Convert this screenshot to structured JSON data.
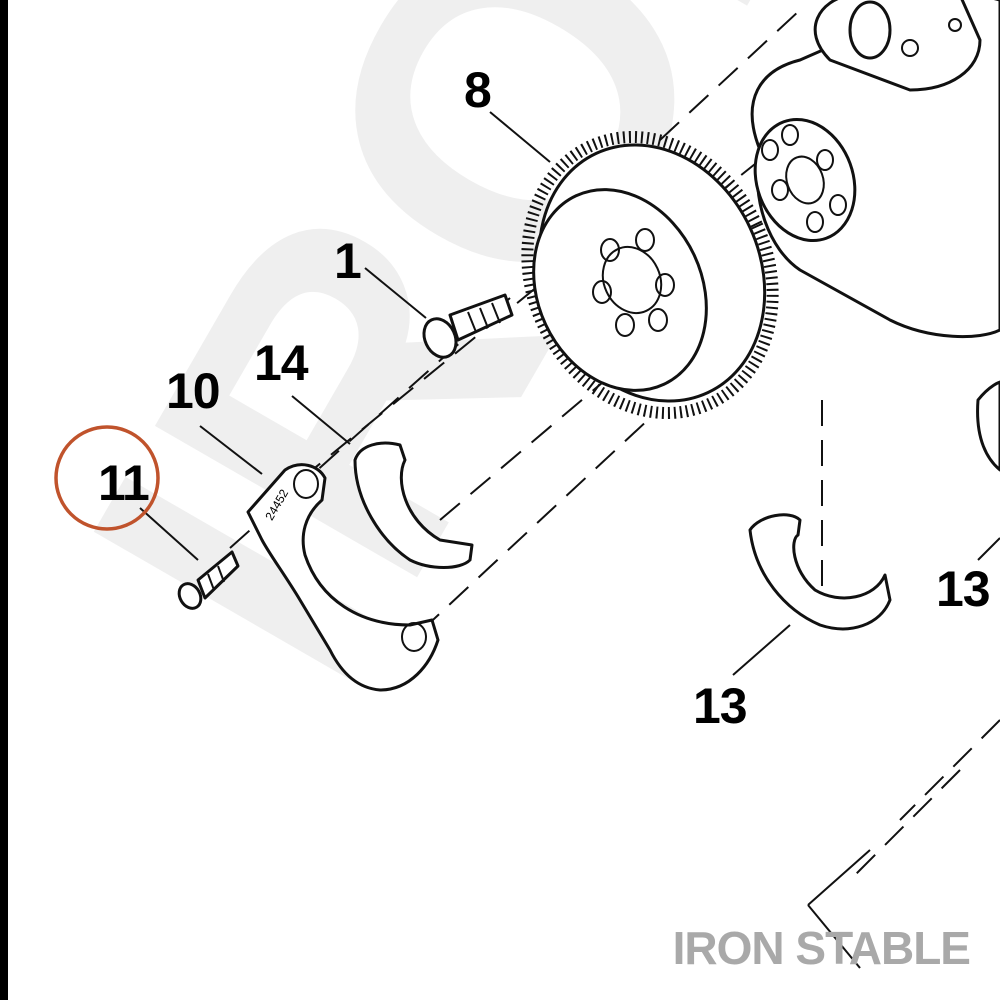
{
  "watermark": {
    "text": "IRON"
  },
  "brand": {
    "text": "IRON STABLE",
    "color": "#a9a9a9"
  },
  "stamp": {
    "text": "24452"
  },
  "highlight": {
    "color": "#c0532c",
    "target": "11"
  },
  "callouts": {
    "c8": "8",
    "c1": "1",
    "c14": "14",
    "c10": "10",
    "c11": "11",
    "c13a": "13",
    "c13b": "13"
  },
  "colors": {
    "ink": "#111111",
    "background": "#ffffff",
    "watermark": "#efefef"
  }
}
